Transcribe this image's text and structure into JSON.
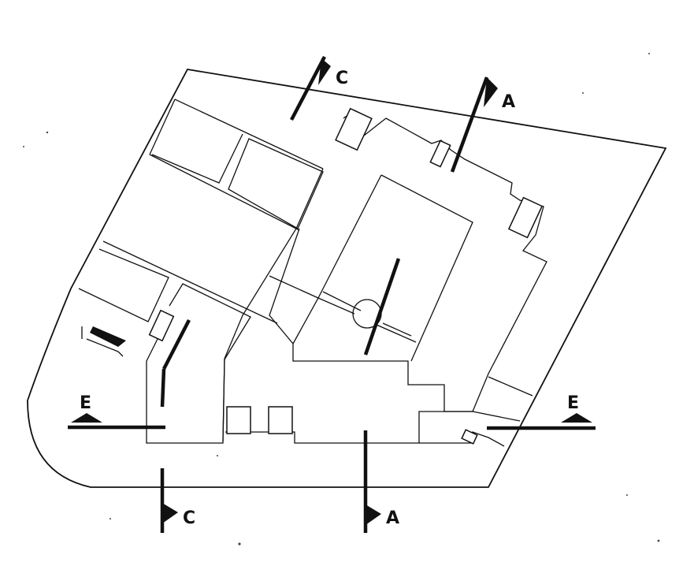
{
  "section_labels": {
    "c_top": "C",
    "a_top": "A",
    "e_left": "E",
    "e_right": "E",
    "c_bottom": "C",
    "a_bottom": "A"
  },
  "colors": {
    "ink": "#111111",
    "paper": "#ffffff"
  }
}
